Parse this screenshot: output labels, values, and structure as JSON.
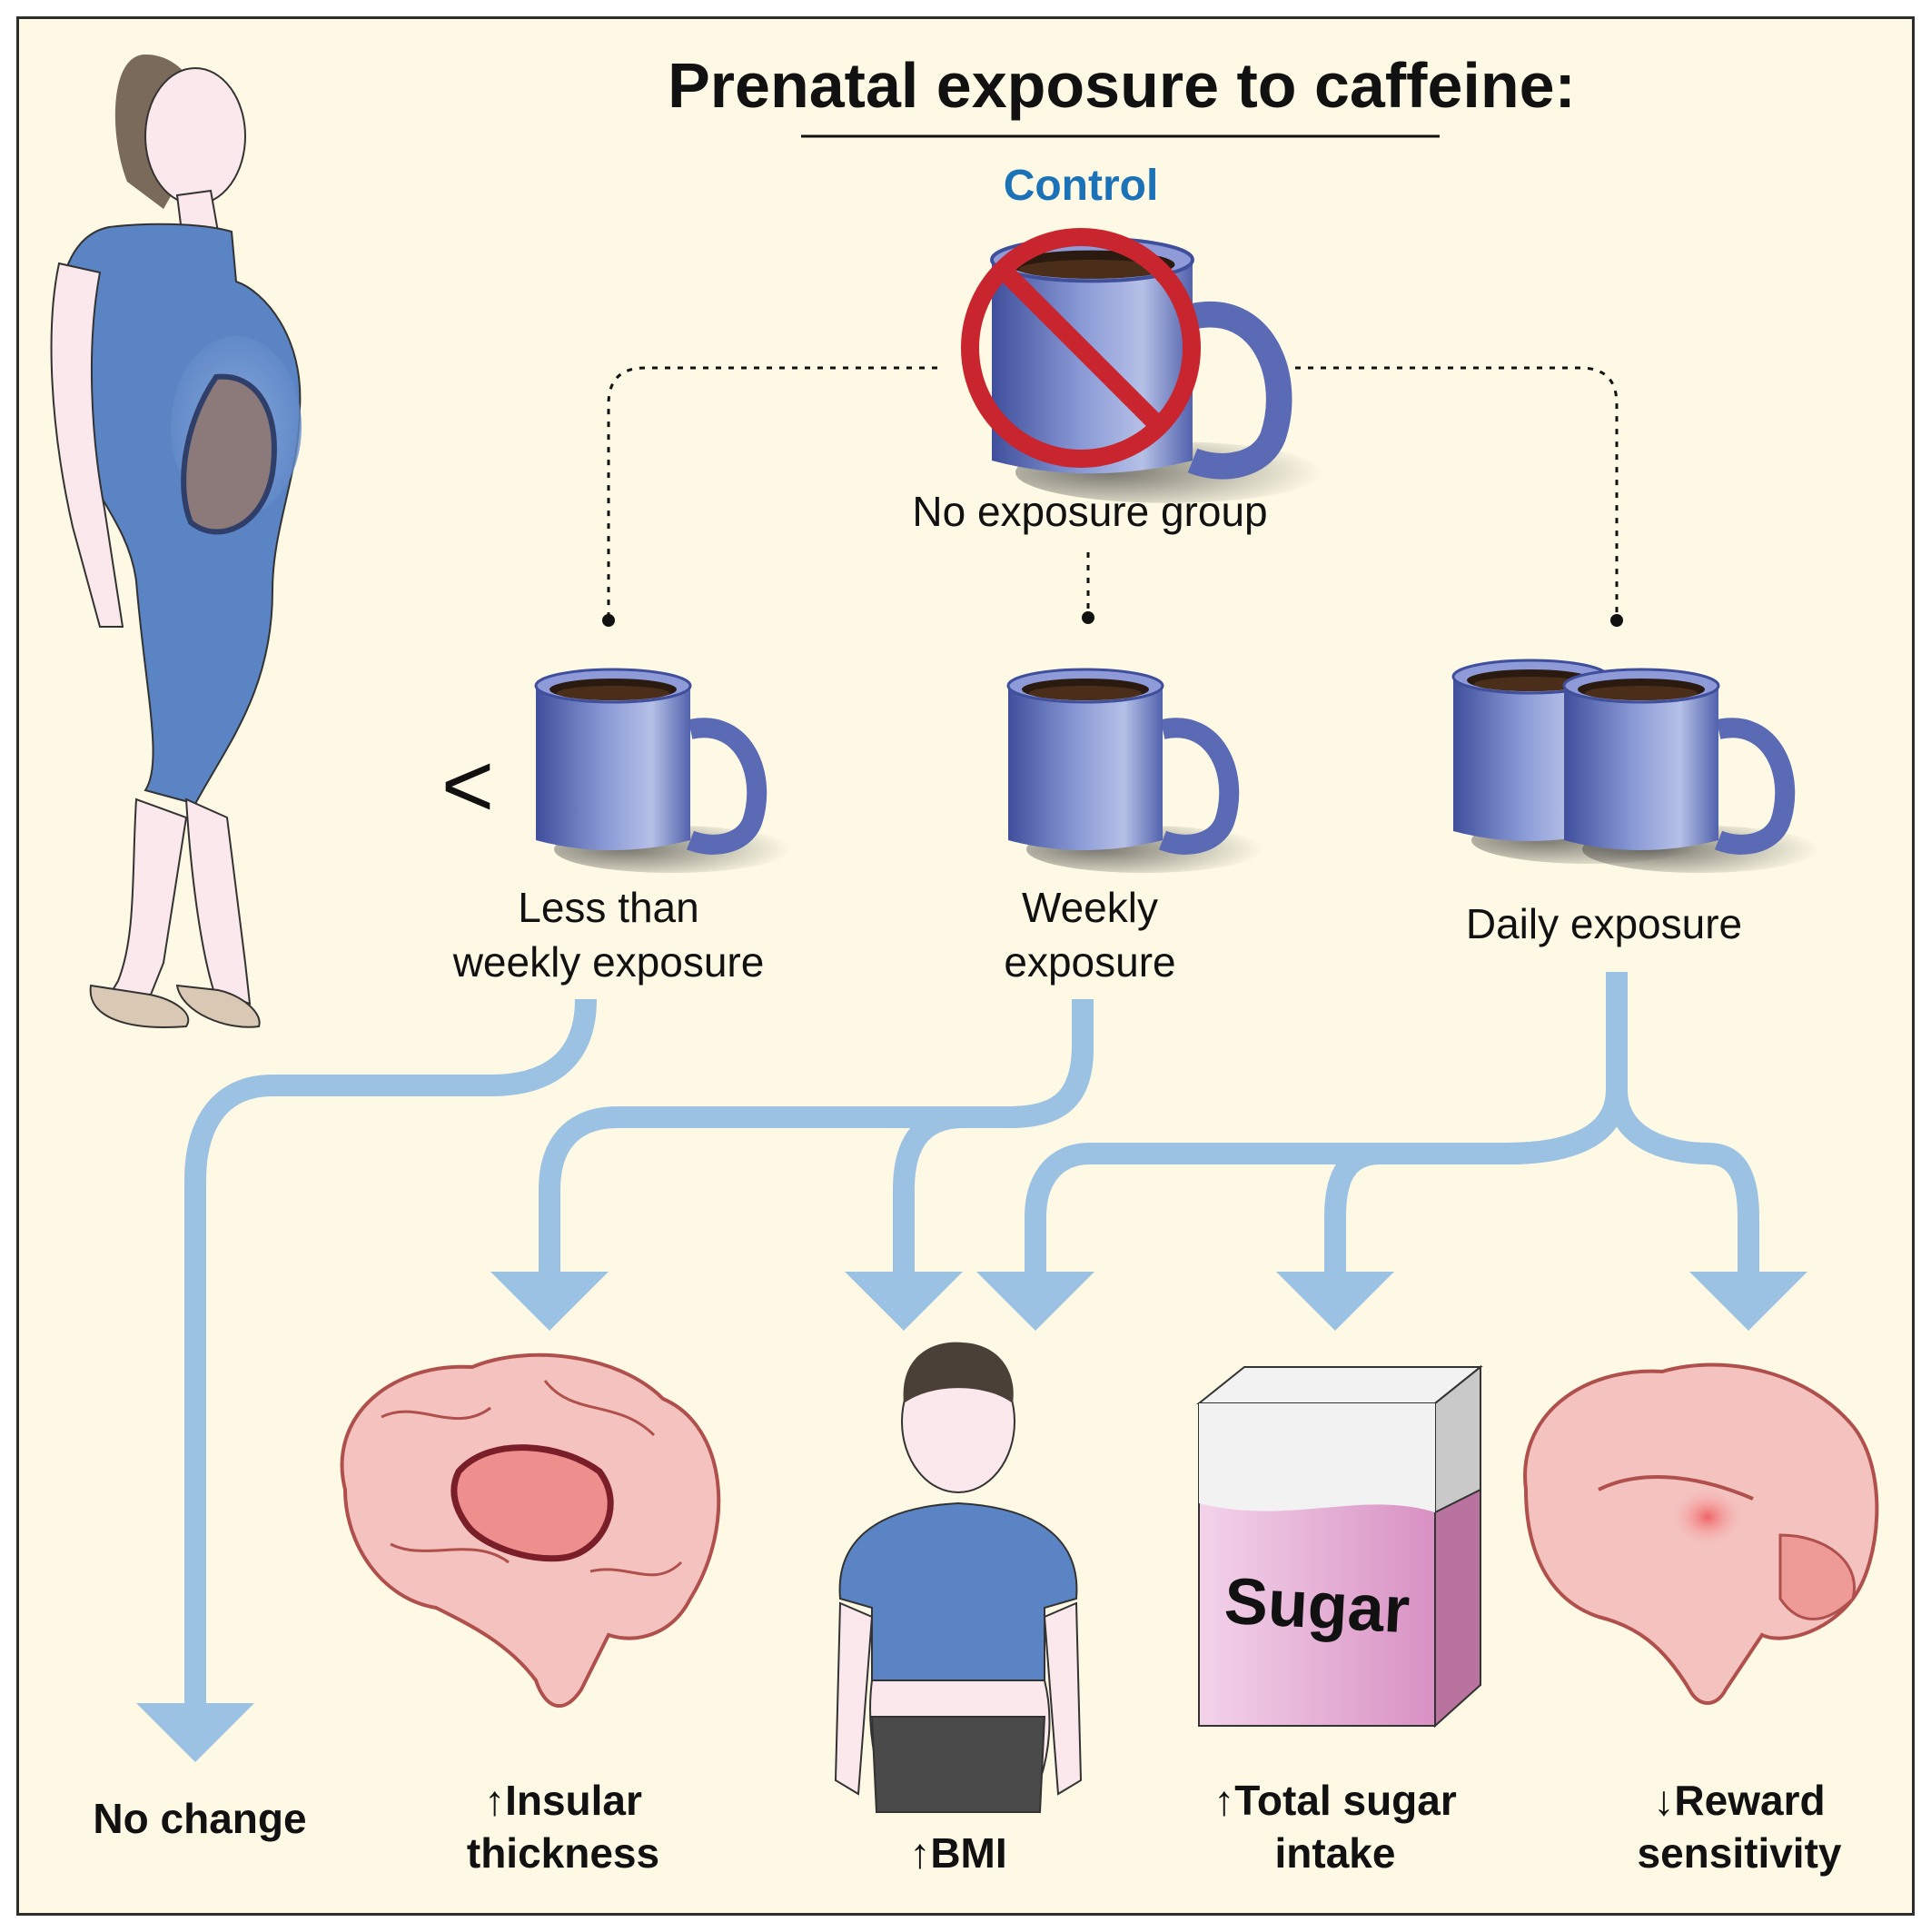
{
  "title": "Prenatal exposure to caffeine:",
  "control_label": "Control",
  "groups": {
    "none": "No exposure group",
    "less_line1": "Less than",
    "less_line2": "weekly exposure",
    "weekly_line1": "Weekly",
    "weekly_line2": "exposure",
    "daily": "Daily exposure"
  },
  "less_than_symbol": "<",
  "sugar_box_label": "Sugar",
  "outcomes": {
    "no_change": "No change",
    "insular_line1": "↑Insular",
    "insular_line2": "thickness",
    "bmi": "↑BMI",
    "sugar_line1": "↑Total sugar",
    "sugar_line2": "intake",
    "reward_line1": "↓Reward",
    "reward_line2": "sensitivity"
  },
  "colors": {
    "background": "#fdf9e4",
    "arrow": "#9cc2e3",
    "mug": "#6f7fc4",
    "prohibition": "#c8252f",
    "control_text": "#1b72b6",
    "dress": "#5b84c4"
  },
  "icons": [
    "pregnant-woman-icon",
    "coffee-mug-icon",
    "prohibition-icon",
    "brain-icon",
    "child-icon",
    "sugar-box-icon"
  ]
}
